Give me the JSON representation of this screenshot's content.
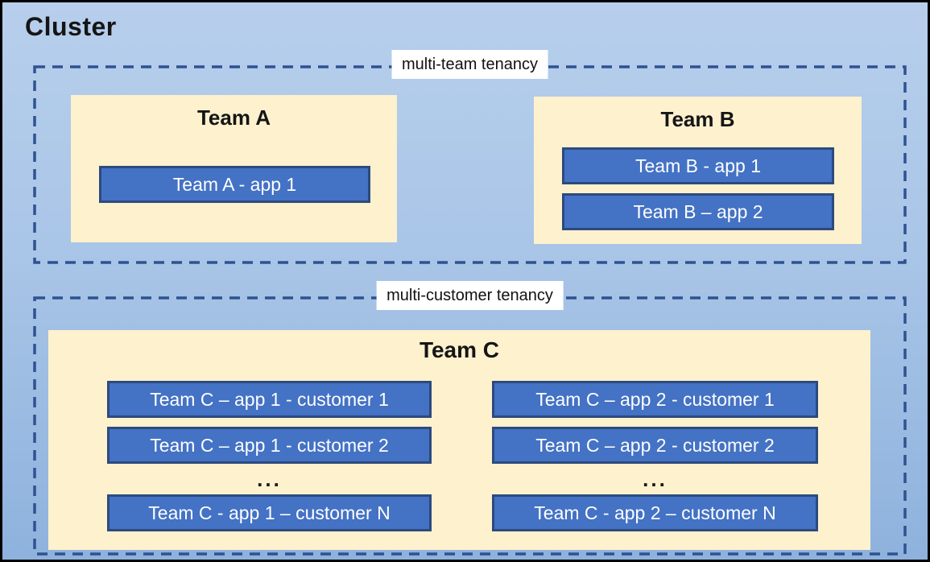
{
  "cluster": {
    "title": "Cluster"
  },
  "zones": [
    {
      "label": "multi-team tenancy",
      "teams": [
        {
          "title": "Team A",
          "apps": [
            "Team A - app 1"
          ]
        },
        {
          "title": "Team B",
          "apps": [
            "Team B - app 1",
            "Team B – app 2"
          ]
        }
      ]
    },
    {
      "label": "multi-customer tenancy",
      "teams": [
        {
          "title": "Team C",
          "columns": [
            {
              "apps": [
                "Team C – app 1 - customer 1",
                "Team C – app 1 - customer 2"
              ],
              "ellipsis": "...",
              "last_app": "Team C - app 1 – customer N"
            },
            {
              "apps": [
                "Team C – app 2 - customer 1",
                "Team C – app 2 - customer 2"
              ],
              "ellipsis": "...",
              "last_app": "Team C - app 2 – customer N"
            }
          ]
        }
      ]
    }
  ],
  "colors": {
    "background_top": "#B7CFEC",
    "background_bottom": "#8EB2DD",
    "outer_border": "#000000",
    "dashed_border": "#2F5291",
    "team_box_fill": "#FDF1CE",
    "app_box_fill": "#4472C4",
    "app_box_border": "#2C4A7E",
    "app_text": "#FFFFFF",
    "zone_label_background": "#FFFFFF",
    "title_text": "#151515"
  }
}
